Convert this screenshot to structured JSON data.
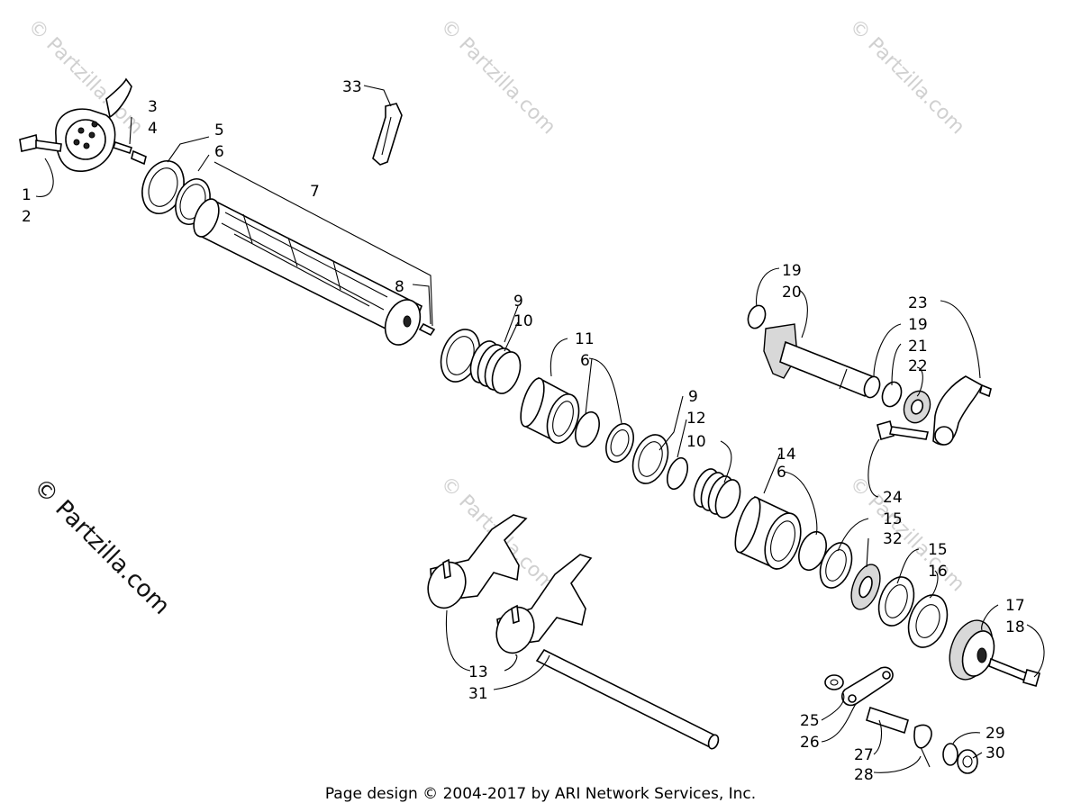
{
  "watermark_text": "© Partzilla.com",
  "footer": "Page design © 2004-2017 by ARI Network Services, Inc.",
  "callouts": [
    "1",
    "2",
    "3",
    "4",
    "5",
    "6",
    "7",
    "8",
    "9",
    "10",
    "11",
    "6",
    "9",
    "12",
    "10",
    "14",
    "6",
    "19",
    "20",
    "23",
    "19",
    "21",
    "22",
    "24",
    "15",
    "32",
    "15",
    "16",
    "17",
    "18",
    "13",
    "31",
    "25",
    "26",
    "27",
    "28",
    "29",
    "30",
    "33"
  ]
}
